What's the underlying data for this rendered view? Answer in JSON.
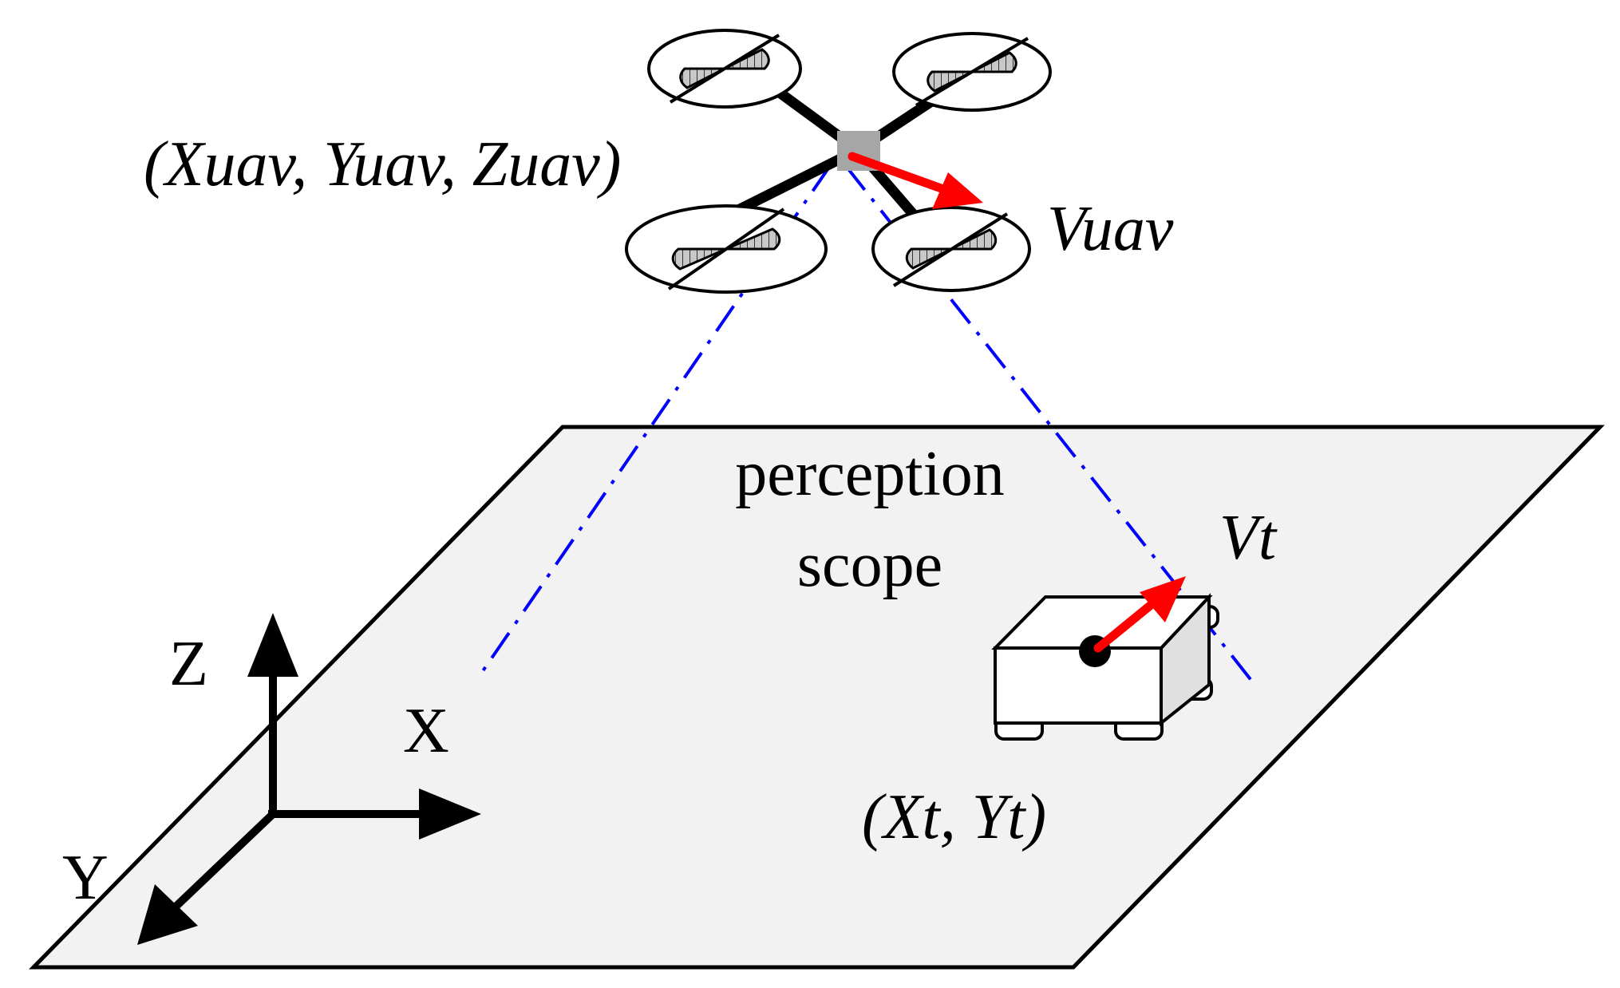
{
  "labels": {
    "uav_position": "(Xuav, Yuav, Zuav)",
    "uav_velocity": "Vuav",
    "perception_line1": "perception",
    "perception_line2": "scope",
    "target_velocity": "Vt",
    "target_position": "(Xt, Yt)",
    "axis_z": "Z",
    "axis_x": "X",
    "axis_y": "Y"
  },
  "colors": {
    "ground_fill": "#f2f2f2",
    "outline": "#000000",
    "velocity_arrow": "#ff0000",
    "perception_cone": "#0000ff",
    "uav_body": "#a6a6a6",
    "propeller_hatch": "#a0a0a0"
  },
  "icons": {
    "uav": "quadrotor-drone-icon",
    "target": "ground-vehicle-icon"
  }
}
